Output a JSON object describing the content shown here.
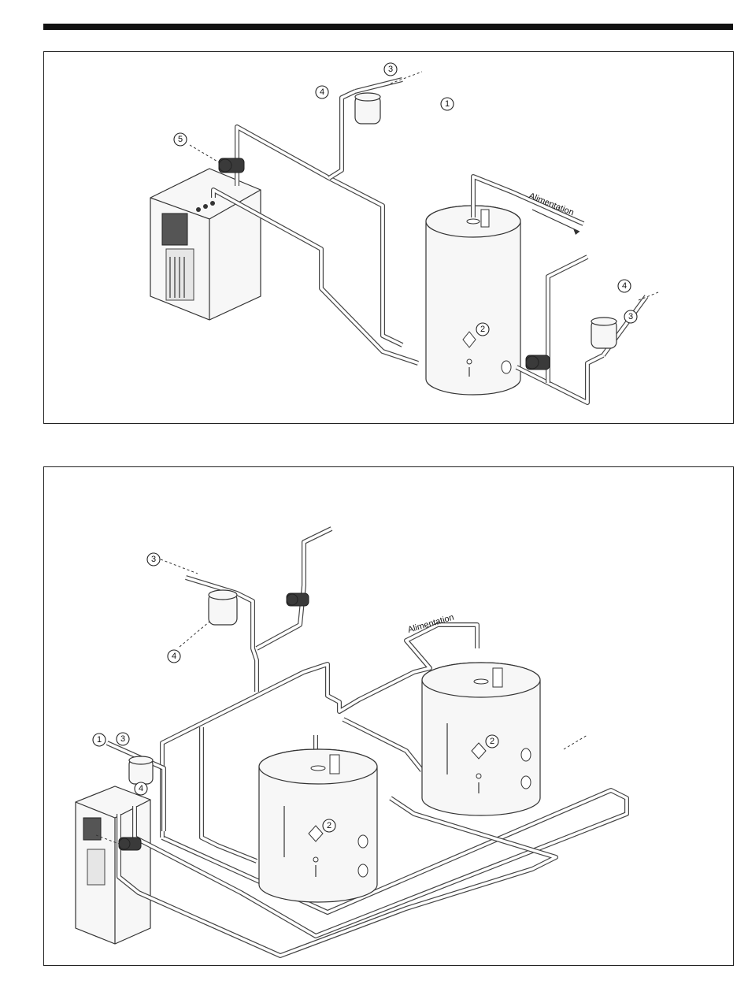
{
  "diagram1": {
    "callouts": [
      "1",
      "2",
      "3",
      "4",
      "5",
      "4",
      "3"
    ],
    "supply_label": "Alimentation"
  },
  "diagram2": {
    "callouts": [
      "3",
      "4",
      "1",
      "3",
      "4",
      "2",
      "2"
    ],
    "supply_label": "Alimentation"
  },
  "colors": {
    "line": "#333333",
    "pump": "#3a3a3a",
    "background": "#ffffff"
  }
}
